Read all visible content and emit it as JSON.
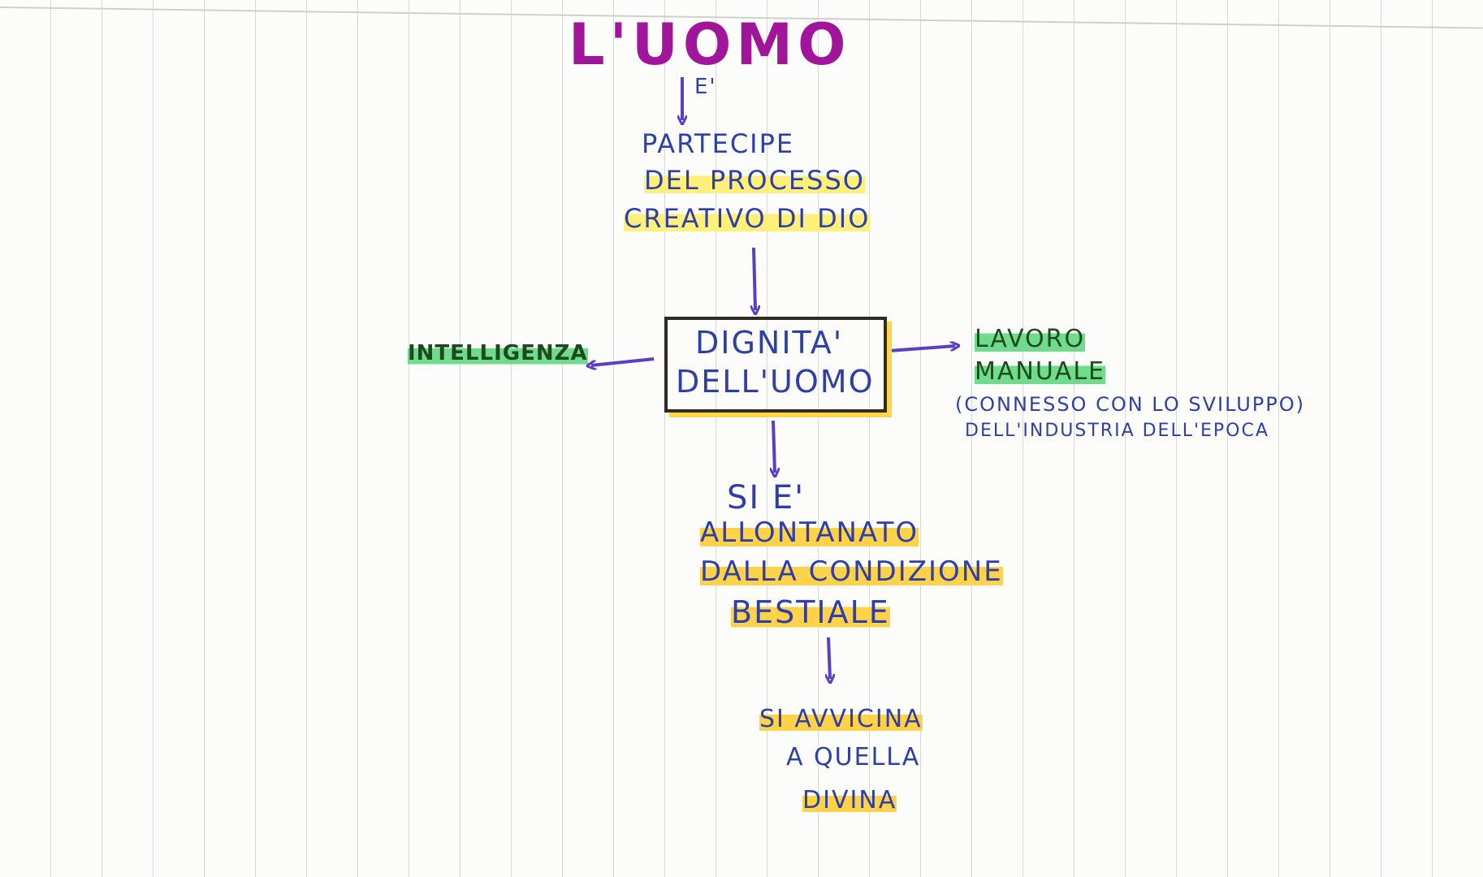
{
  "title": "L'UOMO",
  "edge_label": "E'",
  "partecipe": {
    "line1": "PARTECIPE",
    "line2": "DEL PROCESSO",
    "line3": "CREATIVO DI DIO"
  },
  "center_box": {
    "line1": "DIGNITA'",
    "line2": "DELL'UOMO"
  },
  "left_node": "INTELLIGENZA",
  "right_node": {
    "line1": "LAVORO",
    "line2": "MANUALE",
    "note_line1": "(CONNESSO CON LO SVILUPPO)",
    "note_line2": "DELL'INDUSTRIA DELL'EPOCA"
  },
  "allontanato": {
    "line1": "SI E'",
    "line2": "ALLONTANATO",
    "line3": "DALLA CONDIZIONE",
    "line4": "BESTIALE"
  },
  "avvicina": {
    "line1": "SI AVVICINA",
    "line2": "A QUELLA",
    "line3": "DIVINA"
  },
  "colors": {
    "title": "#a0159a",
    "ink_blue": "#2f3fa8",
    "arrow": "#5a3fc4",
    "highlight_yellow": "#fff07a",
    "highlight_orange": "#ffd24a",
    "highlight_green": "#6fdc8c"
  }
}
